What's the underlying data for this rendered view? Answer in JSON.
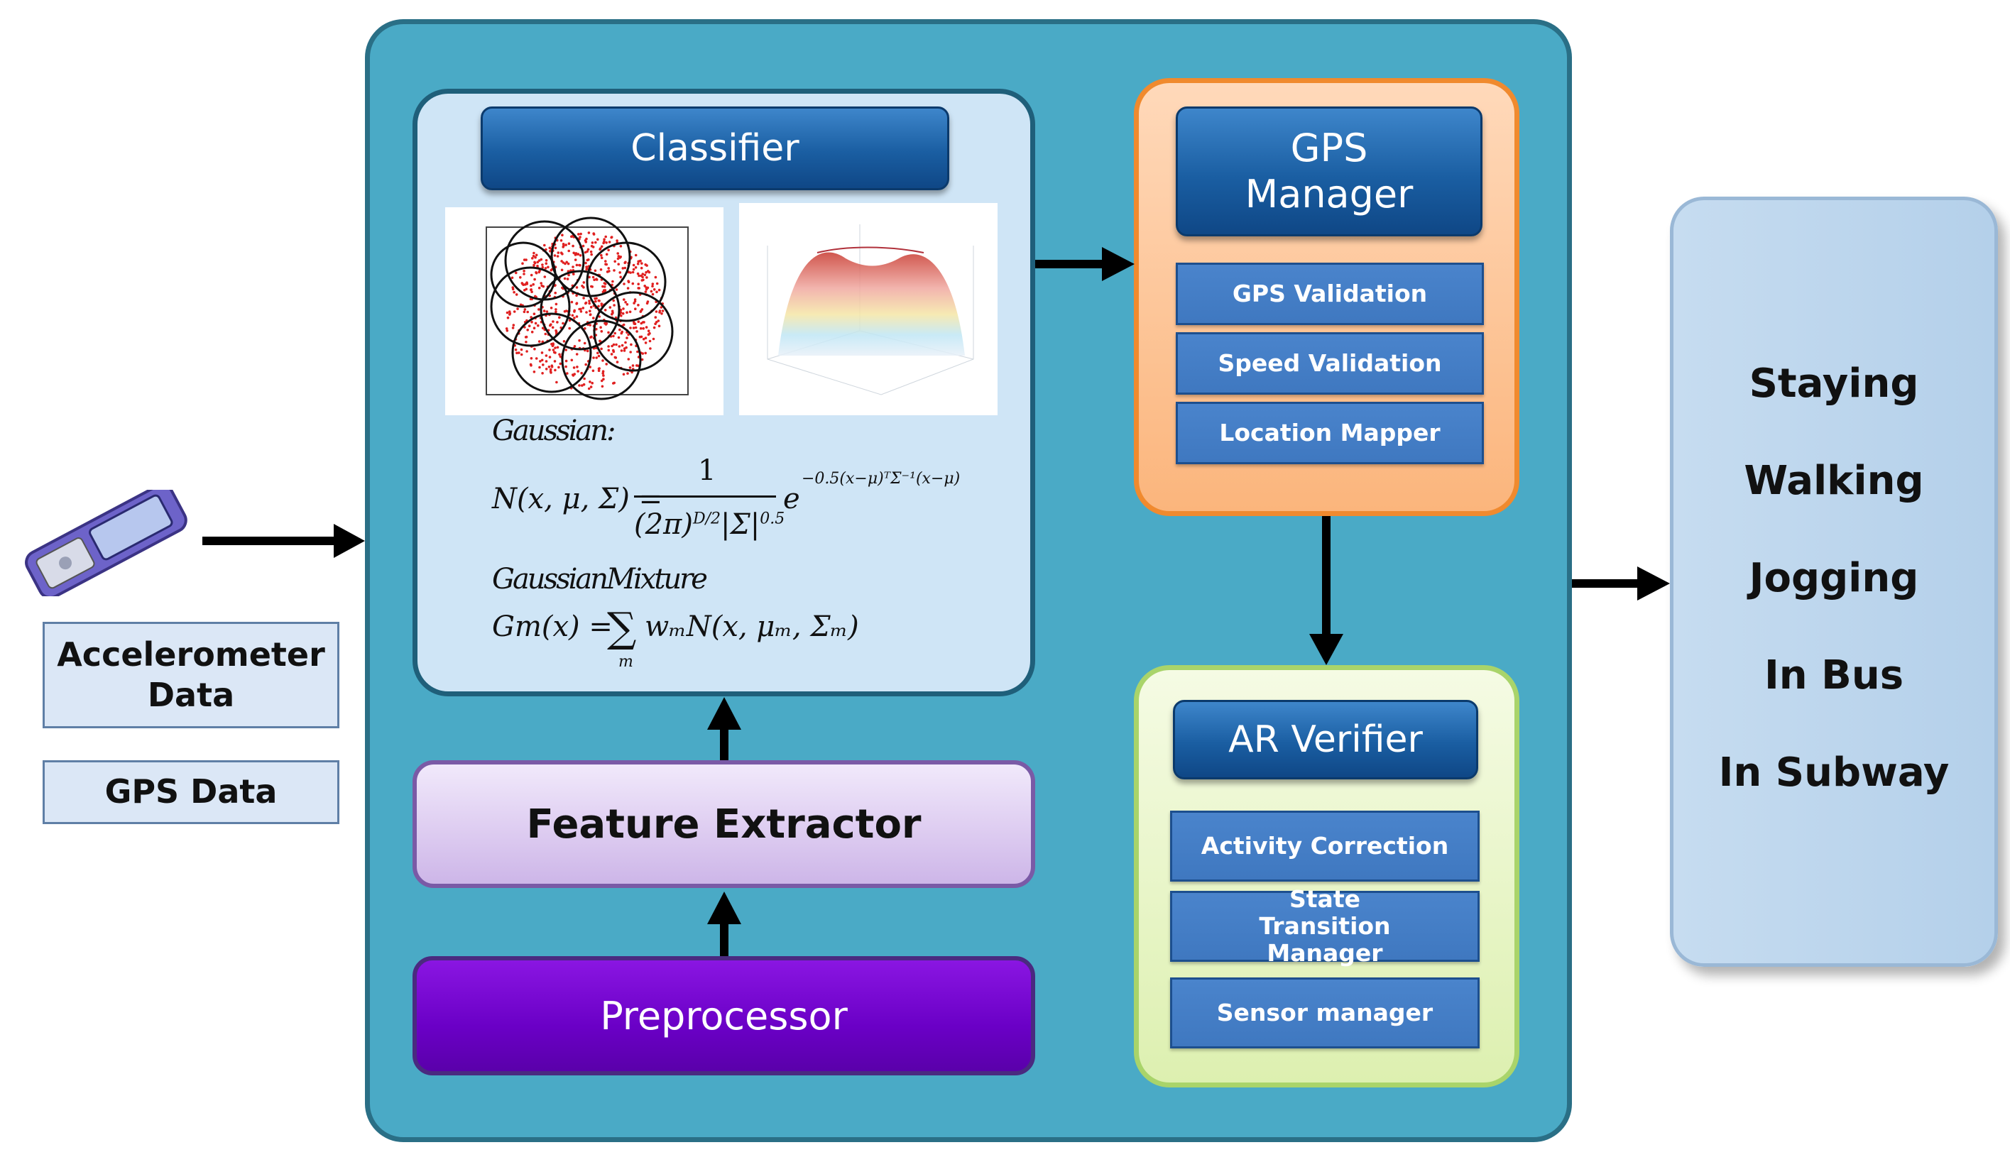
{
  "inputs": {
    "device_icon": "mobile-phone-icon",
    "accelerometer_label": "Accelerometer Data",
    "gps_label": "GPS Data"
  },
  "classifier": {
    "title": "Classifier",
    "gaussian_label": "Gaussian:",
    "gaussian_mixture_label": "GaussianMixture",
    "eq1_lhs": "N(x, μ, Σ) =",
    "eq1_num": "1",
    "eq1_den": "(2π)",
    "eq1_den_exp": "D/2",
    "eq1_den_det": "|Σ|",
    "eq1_den_det_exp": "0.5",
    "eq1_e": "e",
    "eq1_exp": "−0.5(x−μ)ᵀΣ⁻¹(x−μ)",
    "eq2_lhs": "Gm(x) =",
    "eq2_sum_sub": "m",
    "eq2_rhs": "wₘN(x, μₘ, Σₘ)"
  },
  "feature_extractor": "Feature Extractor",
  "preprocessor": "Preprocessor",
  "gps_manager": {
    "title": "GPS Manager",
    "items": [
      "GPS Validation",
      "Speed Validation",
      "Location Mapper"
    ]
  },
  "ar_verifier": {
    "title": "AR Verifier",
    "items": [
      "Activity Correction",
      "State Transition Manager",
      "Sensor manager"
    ]
  },
  "outputs": [
    "Staying",
    "Walking",
    "Jogging",
    "In Bus",
    "In Subway"
  ],
  "colors": {
    "container": "#4aaac6",
    "classifier_bg": "#cfe5f6",
    "gps_border": "#f08a2e",
    "ar_border": "#a9d46a",
    "preprocessor": "#6a00c6"
  }
}
